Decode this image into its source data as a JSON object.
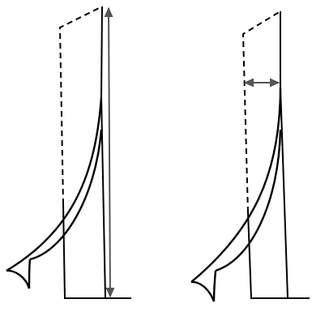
{
  "diagram": {
    "panels": [
      {
        "id": "left",
        "indicator": "vertical-double-arrow"
      },
      {
        "id": "right",
        "indicator": "horizontal-double-arrow"
      }
    ],
    "colors": {
      "stroke": "#000000",
      "arrow": "#555555",
      "background": "#ffffff"
    }
  }
}
